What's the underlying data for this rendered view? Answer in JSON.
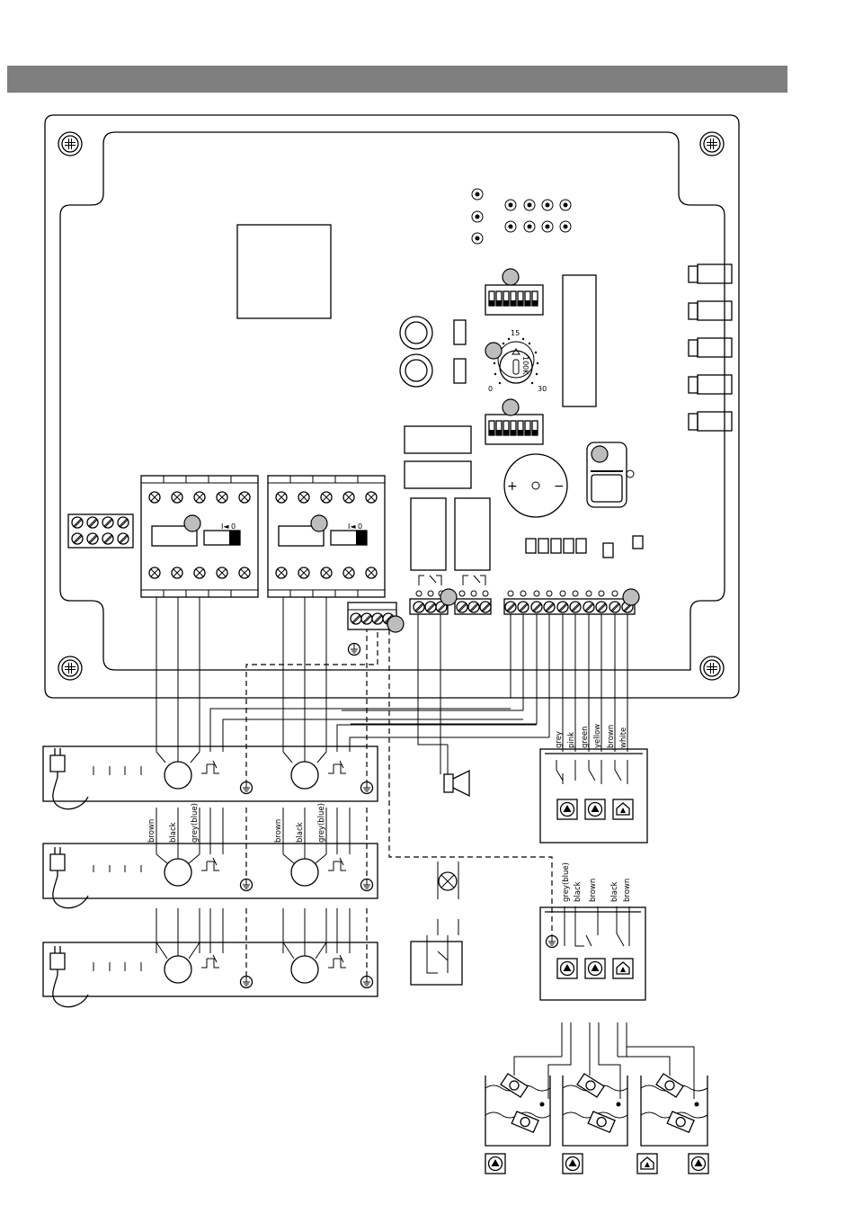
{
  "rotary_switch": {
    "scale_0": "0",
    "scale_15": "15",
    "scale_30": "30",
    "unit": "100K"
  },
  "buzzer": {
    "plus": "+",
    "minus": "−"
  },
  "motor_switch": {
    "mark": "I◄ 0"
  },
  "panel_wire_colors": [
    "grey",
    "pink",
    "green",
    "yellow",
    "brown",
    "white"
  ],
  "pump_wire_colors": [
    "brown",
    "black",
    "grey(blue)"
  ],
  "float_box_wire_colors": [
    "grey(blue)",
    "black",
    "brown",
    "black",
    "brown"
  ],
  "icons": [
    "pump-symbol-icon",
    "alarm-house-icon",
    "ground-icon",
    "horn-icon",
    "lamp-icon",
    "screw-icon",
    "plug-icon"
  ]
}
